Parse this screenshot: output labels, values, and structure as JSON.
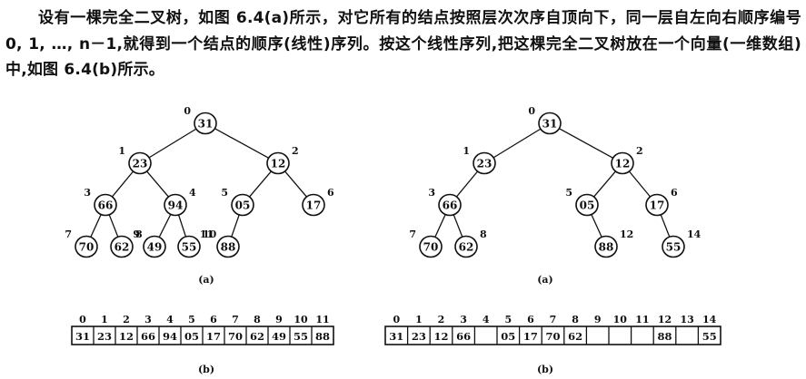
{
  "paragraph": "设有一棵完全二叉树，如图 6.4(a)所示，对它所有的结点按照层次次序自顶向下，同一层自左向右顺序编号 0, 1, …, n－1,就得到一个结点的顺序(线性)序列。按这个线性序列,把这棵完全二叉树放在一个向量(一维数组)中,如图 6.4(b)所示。",
  "left_figure": {
    "tree_caption": "(a)",
    "array_caption": "(b)",
    "nodes": [
      {
        "index": "0",
        "value": "31"
      },
      {
        "index": "1",
        "value": "23"
      },
      {
        "index": "2",
        "value": "12"
      },
      {
        "index": "3",
        "value": "66"
      },
      {
        "index": "4",
        "value": "94"
      },
      {
        "index": "5",
        "value": "05"
      },
      {
        "index": "6",
        "value": "17"
      },
      {
        "index": "7",
        "value": "70"
      },
      {
        "index": "8",
        "value": "62"
      },
      {
        "index": "9",
        "value": "49"
      },
      {
        "index": "10",
        "value": "55"
      },
      {
        "index": "11",
        "value": "88"
      }
    ],
    "edges": [
      [
        0,
        1
      ],
      [
        0,
        2
      ],
      [
        1,
        3
      ],
      [
        1,
        4
      ],
      [
        2,
        5
      ],
      [
        2,
        6
      ],
      [
        3,
        7
      ],
      [
        3,
        8
      ],
      [
        4,
        9
      ],
      [
        4,
        10
      ],
      [
        5,
        11
      ]
    ],
    "array_indices": [
      "0",
      "1",
      "2",
      "3",
      "4",
      "5",
      "6",
      "7",
      "8",
      "9",
      "10",
      "11"
    ],
    "array_values": [
      "31",
      "23",
      "12",
      "66",
      "94",
      "05",
      "17",
      "70",
      "62",
      "49",
      "55",
      "88"
    ]
  },
  "right_figure": {
    "tree_caption": "(a)",
    "array_caption": "(b)",
    "nodes": [
      {
        "index": "0",
        "value": "31"
      },
      {
        "index": "1",
        "value": "23"
      },
      {
        "index": "2",
        "value": "12"
      },
      {
        "index": "3",
        "value": "66"
      },
      {
        "index": "5",
        "value": "05"
      },
      {
        "index": "6",
        "value": "17"
      },
      {
        "index": "7",
        "value": "70"
      },
      {
        "index": "8",
        "value": "62"
      },
      {
        "index": "12",
        "value": "88"
      },
      {
        "index": "14",
        "value": "55"
      }
    ],
    "edges": [
      [
        0,
        1
      ],
      [
        0,
        2
      ],
      [
        1,
        3
      ],
      [
        2,
        4
      ],
      [
        2,
        5
      ],
      [
        3,
        6
      ],
      [
        3,
        7
      ],
      [
        4,
        8
      ],
      [
        5,
        9
      ]
    ],
    "array_indices": [
      "0",
      "1",
      "2",
      "3",
      "4",
      "5",
      "6",
      "7",
      "8",
      "9",
      "10",
      "11",
      "12",
      "13",
      "14"
    ],
    "array_values": [
      "31",
      "23",
      "12",
      "66",
      "",
      "05",
      "17",
      "70",
      "62",
      "",
      "",
      "",
      "88",
      "",
      "55"
    ]
  },
  "colors": {
    "ink": "#111111",
    "paper": "#ffffff"
  }
}
